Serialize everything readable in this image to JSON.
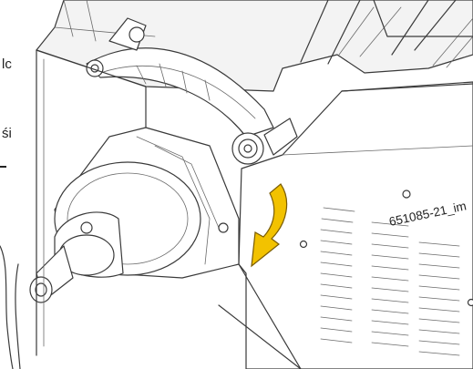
{
  "margin_text": {
    "line_1": "lc",
    "line_2": "śi"
  },
  "figure": {
    "reference_code": "651085-21_im",
    "arrow_color": "#f2c200",
    "arrow_outline_color": "#7a5c00"
  }
}
